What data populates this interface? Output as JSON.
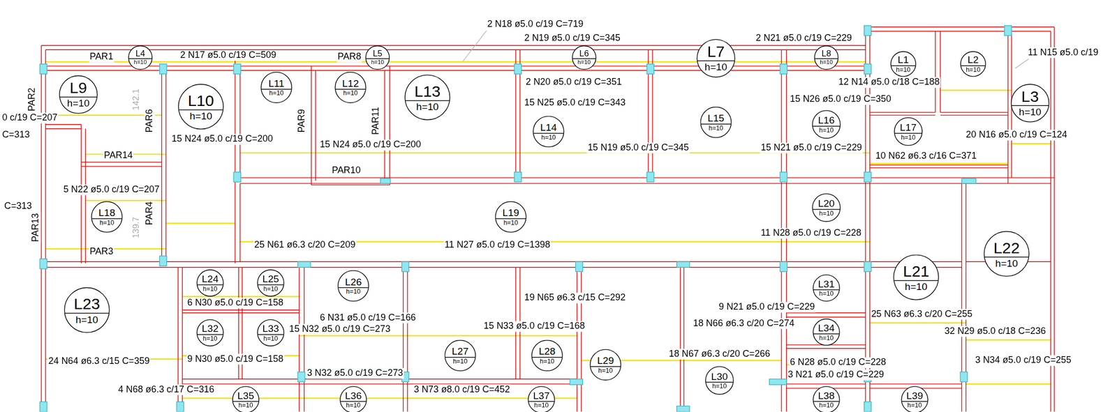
{
  "diagram": {
    "nodes": [
      {
        "text": [
          "L4",
          "h=10"
        ]
      },
      {
        "text": [
          "L5",
          "h=10"
        ]
      },
      {
        "text": [
          "L6",
          "h=10"
        ]
      },
      {
        "text": [
          "L7",
          "h=10"
        ]
      },
      {
        "text": [
          "L8",
          "h=10"
        ]
      },
      {
        "text": [
          "L1",
          "h=10"
        ]
      },
      {
        "text": [
          "L2",
          "h=10"
        ]
      },
      {
        "text": [
          "L9",
          "h=10"
        ]
      },
      {
        "text": [
          "L10",
          "h=10"
        ]
      },
      {
        "text": [
          "L11",
          "h=10"
        ]
      },
      {
        "text": [
          "L12",
          "h=10"
        ]
      },
      {
        "text": [
          "L13",
          "h=10"
        ]
      },
      {
        "text": [
          "L3",
          "h=10"
        ]
      },
      {
        "text": [
          "L14",
          "h=10"
        ]
      },
      {
        "text": [
          "L15",
          "h=10"
        ]
      },
      {
        "text": [
          "L16",
          "h=10"
        ]
      },
      {
        "text": [
          "L17",
          "h=10"
        ]
      },
      {
        "text": [
          "L18",
          "h=10"
        ]
      },
      {
        "text": [
          "L19",
          "h=10"
        ]
      },
      {
        "text": [
          "L20",
          "h=10"
        ]
      },
      {
        "text": [
          "L22",
          "h=10"
        ]
      },
      {
        "text": [
          "L21",
          "h=10"
        ]
      },
      {
        "text": [
          "L23",
          "h=10"
        ]
      },
      {
        "text": [
          "L24",
          "h=10"
        ]
      },
      {
        "text": [
          "L25",
          "h=10"
        ]
      },
      {
        "text": [
          "L26",
          "h=10"
        ]
      },
      {
        "text": [
          "L31",
          "h=10"
        ]
      },
      {
        "text": [
          "L32",
          "h=10"
        ]
      },
      {
        "text": [
          "L33",
          "h=10"
        ]
      },
      {
        "text": [
          "L27",
          "h=10"
        ]
      },
      {
        "text": [
          "L28",
          "h=10"
        ]
      },
      {
        "text": [
          "L29",
          "h=10"
        ]
      },
      {
        "text": [
          "L34",
          "h=10"
        ]
      },
      {
        "text": [
          "L30",
          "h=10"
        ]
      },
      {
        "text": [
          "L35",
          "h=10"
        ]
      },
      {
        "text": [
          "L36",
          "h=10"
        ]
      },
      {
        "text": [
          "L37",
          "h=10"
        ]
      },
      {
        "text": [
          "L38",
          "h=10"
        ]
      },
      {
        "text": [
          "L39",
          "h=10"
        ]
      }
    ],
    "labels": [
      "2 N18 ø5.0 c/19 C=719",
      "2 N17 ø5.0 c/19 C=509",
      "2 N19 ø5.0 c/19 C=345",
      "2 N21 ø5.0 c/19 C=229",
      "11 N15 ø5.0 c/19",
      "2 N20 ø5.0 c/19 C=351",
      "12 N14 ø5.0 c/18 C=188",
      "0 c/19 C=207",
      "C=313",
      "15 N25 ø5.0 c/19 C=343",
      "15 N26 ø5.0 c/19 C=350",
      "20 N16 ø5.0 c/19 C=124",
      "15 N24 ø5.0 c/19 C=200",
      "15 N24 ø5.0 c/19 C=200",
      "15 N19 ø5.0 c/19 C=345",
      "15 N21 ø5.0 c/19 C=229",
      "10 N62 ø6.3 c/16 C=371",
      "5 N22 ø5.0 c/19 C=207",
      "C=313",
      "25 N61 ø6.3 c/20 C=209",
      "11 N27 ø5.0 c/19 C=1398",
      "11 N28 ø5.0 c/19 C=228",
      "6 N30 ø5.0 c/19 C=158",
      "19 N65 ø6.3 c/15 C=292",
      "6 N31 ø5.0 c/19 C=166",
      "9 N21 ø5.0 c/19 C=229",
      "25 N63 ø6.3 c/20 C=255",
      "18 N66 ø6.3 c/20 C=274",
      "15 N32 ø5.0 c/19 C=273",
      "15 N33 ø5.0 c/19 C=168",
      "32 N29 ø5.0 c/18 C=236",
      "9 N30 ø5.0 c/19 C=158",
      "18 N67 ø6.3 c/20 C=266",
      "6 N28 ø5.0 c/19 C=228",
      "3 N34 ø5.0 c/19 C=255",
      "24 N64 ø6.3 c/15 C=359",
      "4 N68 ø6.3 c/17 C=316",
      "3 N32 ø5.0 c/19 C=273",
      "3 N73 ø8.0 c/19 C=452",
      "3 N21 ø5.0 c/19 C=229",
      "PAR1",
      "PAR8",
      "PAR2",
      "PAR6",
      "PAR9",
      "PAR11",
      "PAR14",
      "PAR10",
      "PAR4",
      "PAR13",
      "PAR3",
      "142.1",
      "139.7"
    ]
  }
}
